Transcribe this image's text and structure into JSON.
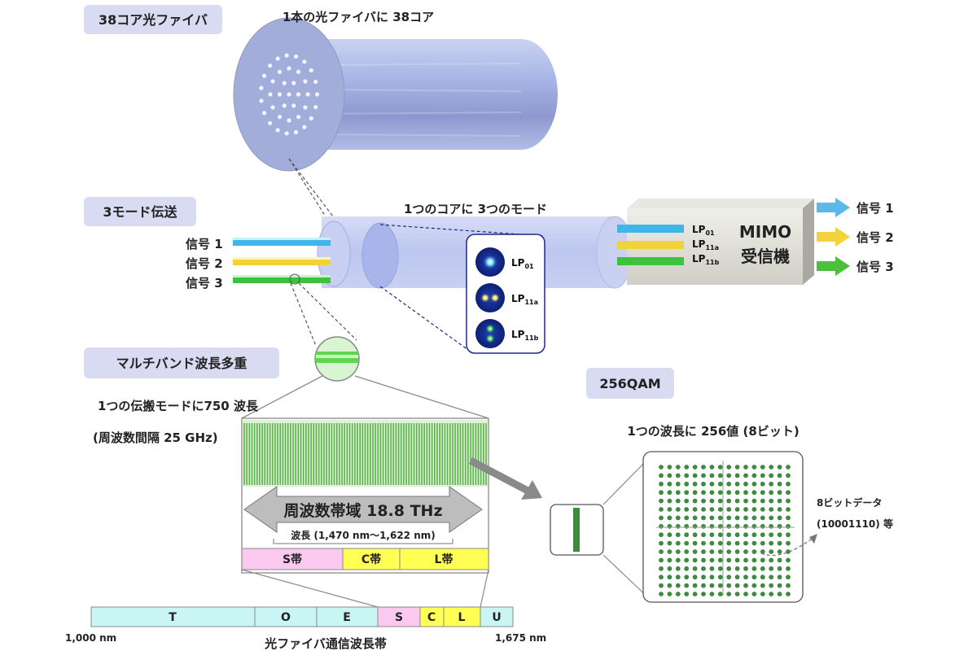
{
  "sections": {
    "fiber_38core": "38コア光ファイバ",
    "three_mode": "3モード伝送",
    "multiband": "マルチバンド波長多重",
    "qam": "256QAM"
  },
  "fiber": {
    "caption": "1本の光ファイバに 38コア"
  },
  "mode_core": {
    "caption": "1つのコアに 3つのモード"
  },
  "signals": [
    "信号 1",
    "信号 2",
    "信号 3"
  ],
  "modes": [
    {
      "base": "LP",
      "sub": "01"
    },
    {
      "base": "LP",
      "sub": "11a"
    },
    {
      "base": "LP",
      "sub": "11b"
    }
  ],
  "mimo": {
    "line1": "MIMO",
    "line2": "受信機"
  },
  "multiband_info": {
    "line1": "1つの伝搬モードに750 波長",
    "line2": "(周波数間隔 25 GHz)",
    "bandwidth": "周波数帯域 18.8 THz",
    "wavelength_range": "波長 (1,470 nm～1,622 nm)"
  },
  "bands_zoom": [
    "S帯",
    "C帯",
    "L帯"
  ],
  "comm_band": {
    "segments": [
      "T",
      "O",
      "E",
      "S",
      "C",
      "L",
      "U"
    ],
    "start": "1,000 nm",
    "end": "1,675 nm",
    "title": "光ファイバ通信波長帯"
  },
  "qam_info": {
    "caption": "1つの波長に 256値 (8ビット)",
    "data_line1": "8ビットデータ",
    "data_line2": "(10001110) 等"
  },
  "colors": {
    "section_box": "#d9dbf2",
    "signal1": "#3fb6e8",
    "signal2": "#f2d23a",
    "signal3": "#3cc23c",
    "band_S": "#fbc9f0",
    "band_C": "#ffff55",
    "band_L": "#ffff55",
    "band_other": "#c9f5f5",
    "qam_dot": "#3e8a3e"
  }
}
